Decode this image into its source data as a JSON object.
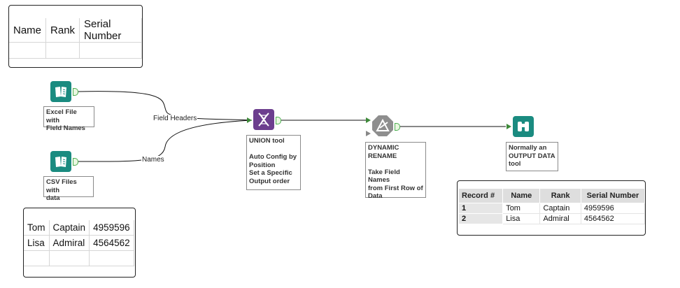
{
  "header_table": {
    "columns": [
      "Name",
      "Rank",
      "Serial Number"
    ]
  },
  "input_table": {
    "rows": [
      [
        "Tom",
        "Captain",
        "4959596"
      ],
      [
        "Lisa",
        "Admiral",
        "4564562"
      ]
    ]
  },
  "tools": {
    "excel_input": {
      "icon": "book-icon",
      "note": "Excel File with\nField Names"
    },
    "csv_input": {
      "icon": "book-icon",
      "note": "CSV Files with\ndata"
    },
    "union": {
      "icon": "dna-icon",
      "note": "UNION tool\n\nAuto Config by\nPosition\nSet a Specific\nOutput order"
    },
    "dynamic_rename": {
      "icon": "triangle-ruler-icon",
      "note": "DYNAMIC\nRENAME\n\nTake Field Names\nfrom First Row of\nData"
    },
    "browse": {
      "icon": "binoculars-icon",
      "note": "Normally an\nOUTPUT DATA\ntool"
    }
  },
  "connections": {
    "field_headers_label": "Field Headers",
    "names_label": "Names"
  },
  "output_table": {
    "columns": [
      "Record #",
      "Name",
      "Rank",
      "Serial Number"
    ],
    "rows": [
      [
        "1",
        "Tom",
        "Captain",
        "4959596"
      ],
      [
        "2",
        "Lisa",
        "Admiral",
        "4564562"
      ]
    ]
  },
  "colors": {
    "teal_tool": "#1a8b80",
    "purple_tool": "#6c3e8e",
    "gray_tool": "#8e8e8e",
    "anchor_green": "#4caf50"
  }
}
